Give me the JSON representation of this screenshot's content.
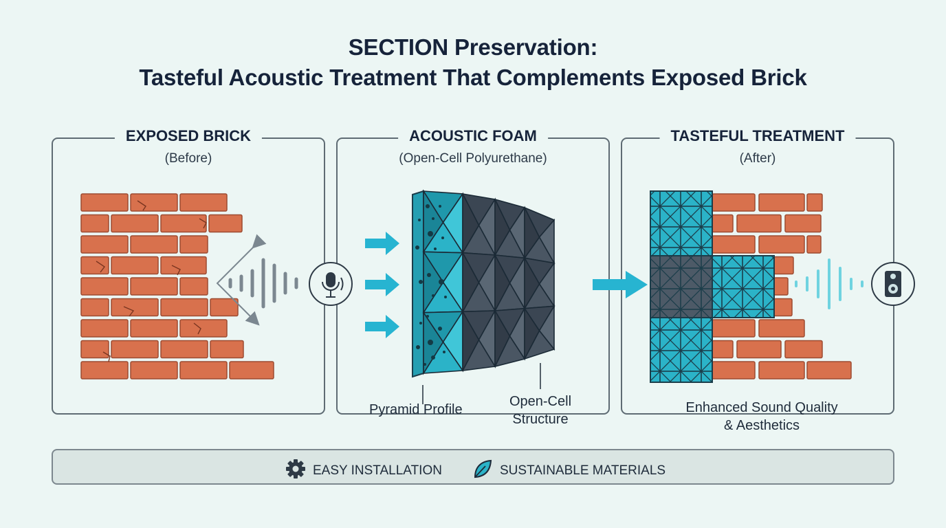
{
  "header": {
    "line1": "SECTION Preservation:",
    "line2": "Tasteful Acoustic Treatment That Complements Exposed Brick"
  },
  "panels": [
    {
      "title": "EXPOSED BRICK",
      "subtitle": "(Before)"
    },
    {
      "title": "ACOUSTIC FOAM",
      "subtitle": "(Open-Cell Polyurethane)",
      "callouts": [
        "Pyramid Profile",
        "Open-Cell",
        "Structure"
      ]
    },
    {
      "title": "TASTEFUL TREATMENT",
      "subtitle": "(After)",
      "callouts": [
        "Enhanced Sound Quality",
        "& Aesthetics"
      ]
    }
  ],
  "icons": [
    "microphone-icon",
    "speaker-icon",
    "gear-icon",
    "leaf-icon"
  ],
  "footer": {
    "features": [
      {
        "icon": "gear-icon",
        "label": "EASY INSTALLATION"
      },
      {
        "icon": "leaf-icon",
        "label": "SUSTAINABLE MATERIALS"
      }
    ]
  },
  "colors": {
    "brick": "#d8714d",
    "foam_teal": "#2bb3c8",
    "foam_dark": "#4a5663",
    "arrow": "#27b4d1",
    "background": "#ecf6f4"
  }
}
